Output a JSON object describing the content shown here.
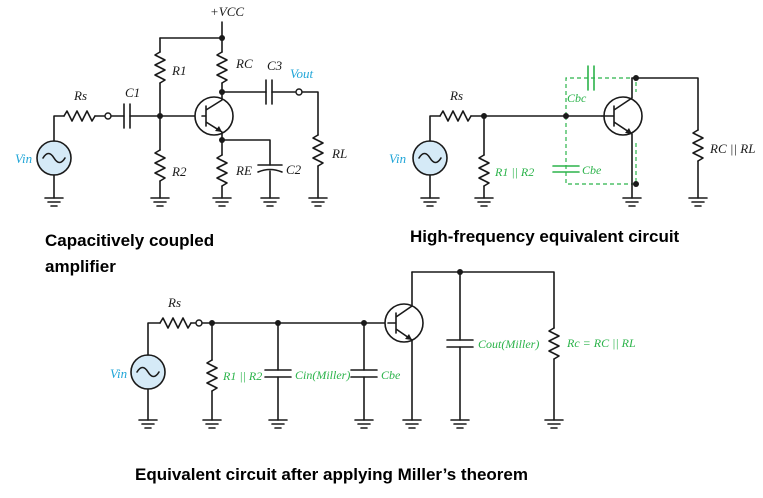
{
  "captions": {
    "amp_line1": "Capacitively coupled",
    "amp_line2": "amplifier",
    "hf": "High-frequency equivalent circuit",
    "miller": "Equivalent circuit after applying Miller’s theorem"
  },
  "amp": {
    "vcc": "+VCC",
    "rs": "Rs",
    "c1": "C1",
    "r1": "R1",
    "rc": "RC",
    "c3": "C3",
    "vout": "Vout",
    "rl": "RL",
    "r2": "R2",
    "re": "RE",
    "c2": "C2",
    "vin": "Vin"
  },
  "hf": {
    "rs": "Rs",
    "cbc": "Cbc",
    "r1r2": "R1 || R2",
    "cbe": "Cbe",
    "rcrl": "RC || RL",
    "vin": "Vin"
  },
  "miller": {
    "rs": "Rs",
    "r1r2": "R1 || R2",
    "cin": "Cin(Miller)",
    "cbe": "Cbe",
    "cout": "Cout(Miller)",
    "rc": "Rc = RC || RL",
    "vin": "Vin"
  },
  "colors": {
    "wire": "#1a1a1a",
    "source_fill": "#d5eaf7",
    "signal_label": "#22a6d8",
    "capacitance": "#2bb34a"
  }
}
